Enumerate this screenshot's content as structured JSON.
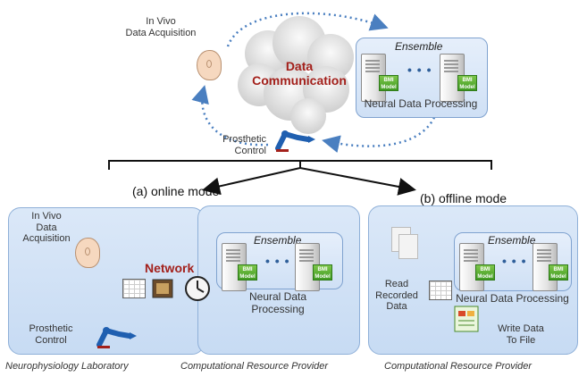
{
  "top": {
    "in_vivo": "In Vivo\nData Acquisition",
    "data_communication": "Data\nCommunication",
    "ensemble": "Ensemble",
    "neural_processing": "Neural Data Processing",
    "prosthetic_control": "Prosthetic\nControl",
    "bmi_label": "BMI\nModel"
  },
  "online": {
    "mode_label": "(a) online mode",
    "in_vivo": "In Vivo\nData\nAcquisition",
    "network": "Network",
    "ensemble": "Ensemble",
    "neural_processing": "Neural Data\nProcessing",
    "prosthetic_control": "Prosthetic\nControl",
    "lab_caption": "Neurophysiology Laboratory",
    "provider_caption": "Computational Resource Provider"
  },
  "offline": {
    "mode_label": "(b) offline mode",
    "ensemble": "Ensemble",
    "neural_processing": "Neural Data Processing",
    "read_recorded": "Read\nRecorded\nData",
    "write_data": "Write Data\nTo File",
    "provider_caption": "Computational Resource Provider"
  },
  "colors": {
    "accent_red": "#a3201b",
    "panel_blue": "#c7dbf3",
    "arrow_blue": "#4a7fc0"
  },
  "icons": [
    "head-icon",
    "server-icon",
    "cloud-icon",
    "robot-arm-icon",
    "chart-icon",
    "film-icon",
    "clock-icon",
    "document-icon"
  ]
}
